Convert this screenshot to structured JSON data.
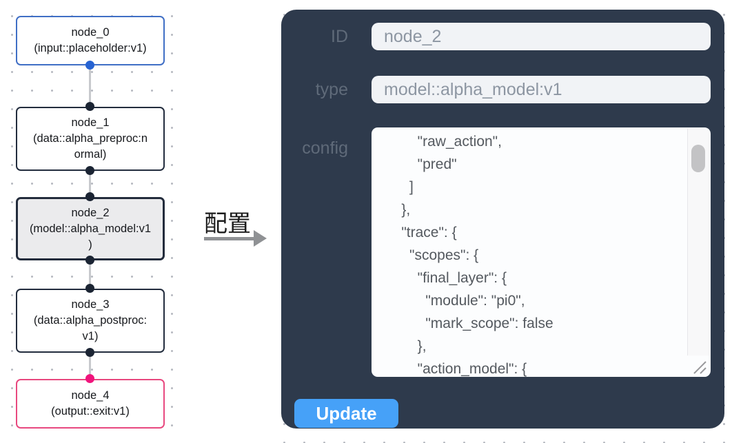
{
  "canvas": {
    "nodes": [
      {
        "title": "node_0",
        "subtitle": "(input::placeholder:v1)"
      },
      {
        "title": "node_1",
        "subtitle": "(data::alpha_preproc:n\normal)"
      },
      {
        "title": "node_2",
        "subtitle": "(model::alpha_model:v1\n)"
      },
      {
        "title": "node_3",
        "subtitle": "(data::alpha_postproc:\nv1)"
      },
      {
        "title": "node_4",
        "subtitle": "(output::exit:v1)"
      }
    ]
  },
  "transition": {
    "label": "配置"
  },
  "panel": {
    "id_label": "ID",
    "id_value": "node_2",
    "type_label": "type",
    "type_value": "model::alpha_model:v1",
    "config_label": "config",
    "config_text": "        \"raw_action\",\n        \"pred\"\n      ]\n    },\n    \"trace\": {\n      \"scopes\": {\n        \"final_layer\": {\n          \"module\": \"pi0\",\n          \"mark_scope\": false\n        },\n        \"action_model\": {",
    "update_label": "Update"
  },
  "colors": {
    "panel_bg": "#2e3a4c",
    "button_blue": "#46a1f8",
    "input_bg": "#f1f3f6",
    "node_input_border": "#3f6ec5",
    "node_output_border": "#e8487f",
    "node_default_border": "#232c3c",
    "node_selected_bg": "#ebebed",
    "port_blue": "#2663d3",
    "port_pink": "#f0147c",
    "port_dark": "#1b2433",
    "edge_gray": "#c7c9cd",
    "grid_dot": "#b7bac1"
  }
}
